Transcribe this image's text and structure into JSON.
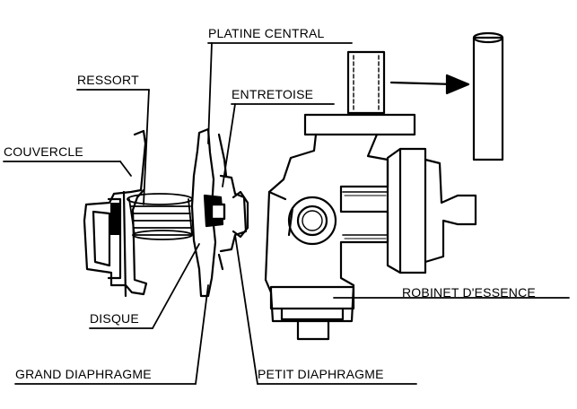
{
  "labels": {
    "platine_central": "PLATINE CENTRAL",
    "ressort": "RESSORT",
    "entretoise": "ENTRETOISE",
    "couvercle": "COUVERCLE",
    "robinet_essence": "ROBINET D'ESSENCE",
    "disque": "DISQUE",
    "grand_diaphragme": "GRAND DIAPHRAGME",
    "petit_diaphragme": "PETIT DIAPHRAGME"
  },
  "colors": {
    "ink": "#000000",
    "paper": "#ffffff"
  }
}
